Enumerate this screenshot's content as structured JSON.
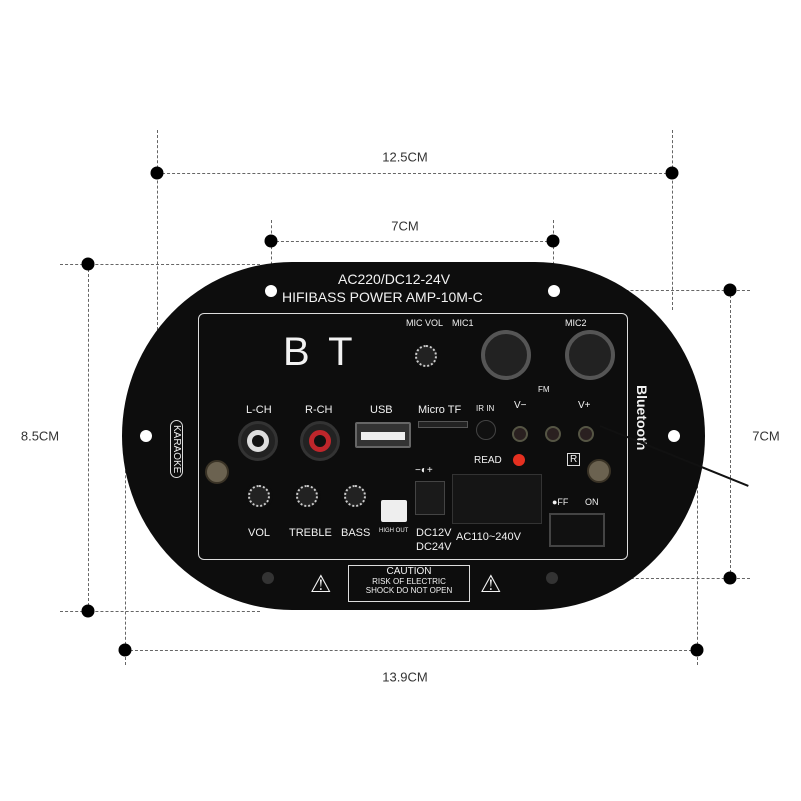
{
  "dimensions": {
    "top_width": "12.5CM",
    "hole_spacing": "7CM",
    "height": "8.5CM",
    "hole_height": "7CM",
    "bottom_width": "13.9CM"
  },
  "board": {
    "title1": "AC220/DC12-24V",
    "title2": "HIFIBASS POWER AMP-10M-C",
    "logo": "B T",
    "karaoke": "KARAOKE",
    "bluetooth": "Bluetooth",
    "labels": {
      "mic_vol": "MIC VOL",
      "mic1": "MIC1",
      "mic2": "MIC2",
      "lch": "L-CH",
      "rch": "R-CH",
      "usb": "USB",
      "microtf": "Micro TF",
      "irin": "IR IN",
      "vminus": "V−",
      "vplus": "V+",
      "fm": "FM",
      "read": "READ",
      "r": "R",
      "vol": "VOL",
      "treble": "TREBLE",
      "bass": "BASS",
      "highout": "HIGH OUT",
      "dc": "DC12V",
      "dc2": "DC24V",
      "ac": "AC110~240V",
      "off": "●FF",
      "on": "ON",
      "minus": "−",
      "plus": "+",
      "dcsym": "−◐+"
    },
    "caution": {
      "title": "CAUTION",
      "line1": "RISK OF ELECTRIC",
      "line2": "SHOCK DO NOT OPEN"
    }
  }
}
